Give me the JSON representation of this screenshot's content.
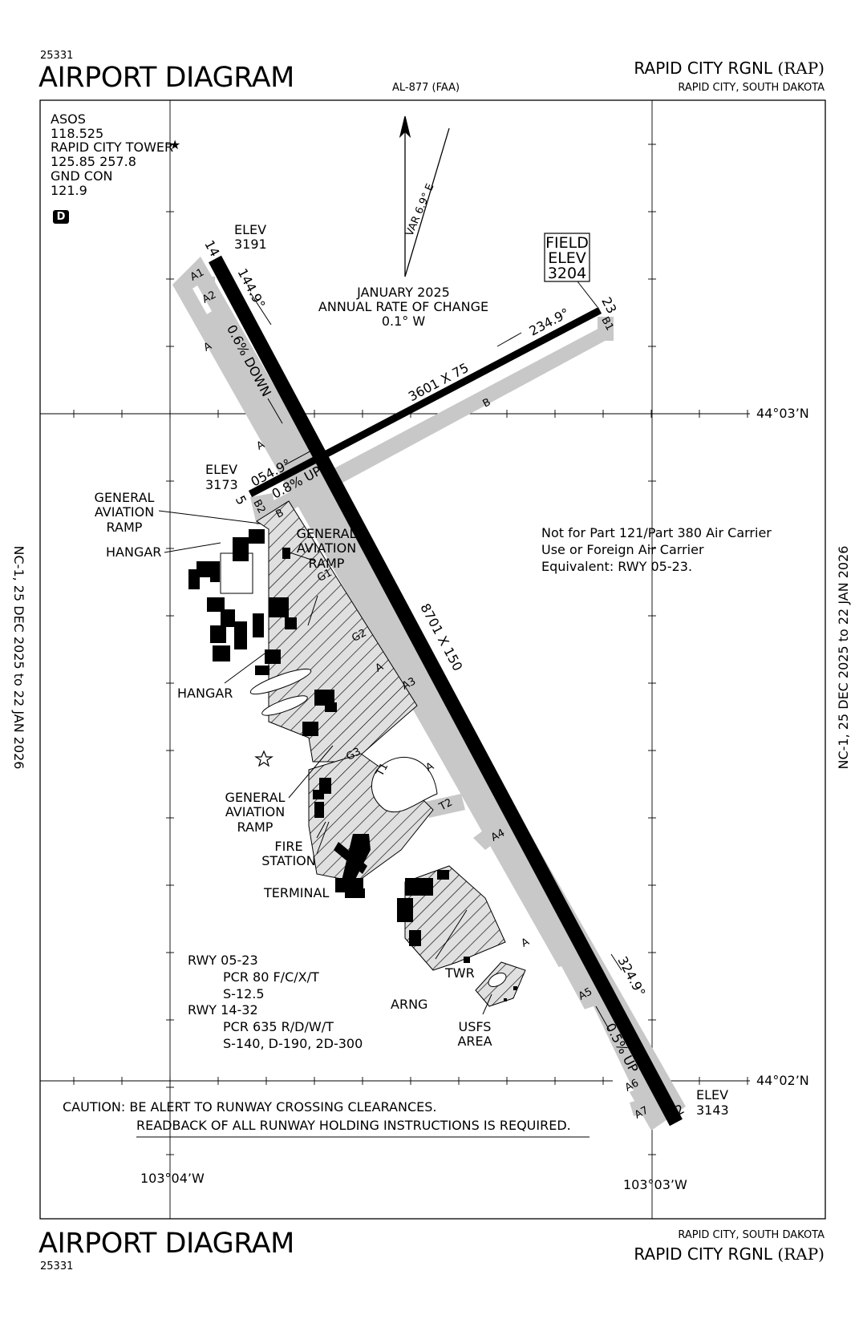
{
  "header": {
    "chart_number": "25331",
    "title": "AIRPORT DIAGRAM",
    "procedure_id": "AL-877 (FAA)",
    "airport_name": "RAPID CITY RGNL",
    "airport_id": "(RAP)",
    "city_state": "RAPID CITY, SOUTH DAKOTA"
  },
  "footer": {
    "chart_number": "25331",
    "title": "AIRPORT DIAGRAM",
    "airport_name": "RAPID CITY RGNL",
    "airport_id": "(RAP)",
    "city_state": "RAPID CITY, SOUTH DAKOTA"
  },
  "side_labels": {
    "left": "NC-1,  25 DEC 2025  to  22 JAN 2026",
    "right": "NC-1,  25 DEC 2025  to  22 JAN 2026"
  },
  "comms": {
    "asos_label": "ASOS",
    "asos_freq": "118.525",
    "tower_label": "RAPID CITY TOWER",
    "tower_freq": "125.85  257.8",
    "gnd_label": "GND CON",
    "gnd_freq": "121.9",
    "airspace_class": "D",
    "star_glyph": "★"
  },
  "magnetic": {
    "variation": "VAR 6.9° E",
    "date": "JANUARY 2025",
    "rate_label": "ANNUAL RATE OF CHANGE",
    "rate_value": "0.1° W"
  },
  "field_elev": {
    "label1": "FIELD",
    "label2": "ELEV",
    "value": "3204"
  },
  "coordinates": {
    "lat_north": "44°03’N",
    "lat_south": "44°02’N",
    "lon_west": "103°04’W",
    "lon_east": "103°03’W"
  },
  "runways": {
    "rwy14": "14",
    "rwy32": "32",
    "rwy5": "5",
    "rwy23": "23",
    "dim_14_32": "8701 X 150",
    "dim_5_23": "3601 X 75",
    "hdg_144": "144.9°",
    "hdg_324": "324.9°",
    "hdg_054": "054.9°",
    "hdg_234": "234.9°",
    "slope_14": "0.6% DOWN",
    "slope_32": "0.5% UP",
    "slope_5": "0.8% UP",
    "elev_label": "ELEV",
    "elev_14": "3191",
    "elev_5": "3173",
    "elev_32": "3143"
  },
  "taxiways": [
    "A1",
    "A2",
    "A",
    "A",
    "A",
    "A3",
    "A",
    "A4",
    "A",
    "A5",
    "A6",
    "A7",
    "B",
    "B",
    "B1",
    "B2",
    "G1",
    "G2",
    "G3",
    "T1",
    "T2"
  ],
  "facilities": {
    "ga_ramp_1": [
      "GENERAL",
      "AVIATION",
      "RAMP"
    ],
    "ga_ramp_2": [
      "GENERAL",
      "AVIATION",
      "RAMP"
    ],
    "ga_ramp_3": [
      "GENERAL",
      "AVIATION",
      "RAMP"
    ],
    "hangar_1": "HANGAR",
    "hangar_2": "HANGAR",
    "fire_station": [
      "FIRE",
      "STATION"
    ],
    "terminal": "TERMINAL",
    "twr": "TWR",
    "arng": "ARNG",
    "usfs": [
      "USFS",
      "AREA"
    ]
  },
  "notes": {
    "not_for_air_carrier": [
      "Not for Part 121/Part 380 Air Carrier",
      "Use or Foreign Air Carrier",
      "Equivalent: RWY 05-23."
    ],
    "pcr": [
      "RWY 05-23",
      "PCR 80 F/C/X/T",
      "S-12.5",
      "RWY 14-32",
      "PCR 635 R/D/W/T",
      "S-140, D-190, 2D-300"
    ],
    "caution_line1": "CAUTION: BE ALERT TO RUNWAY CROSSING CLEARANCES.",
    "caution_line2": "READBACK OF ALL RUNWAY HOLDING INSTRUCTIONS IS REQUIRED."
  }
}
